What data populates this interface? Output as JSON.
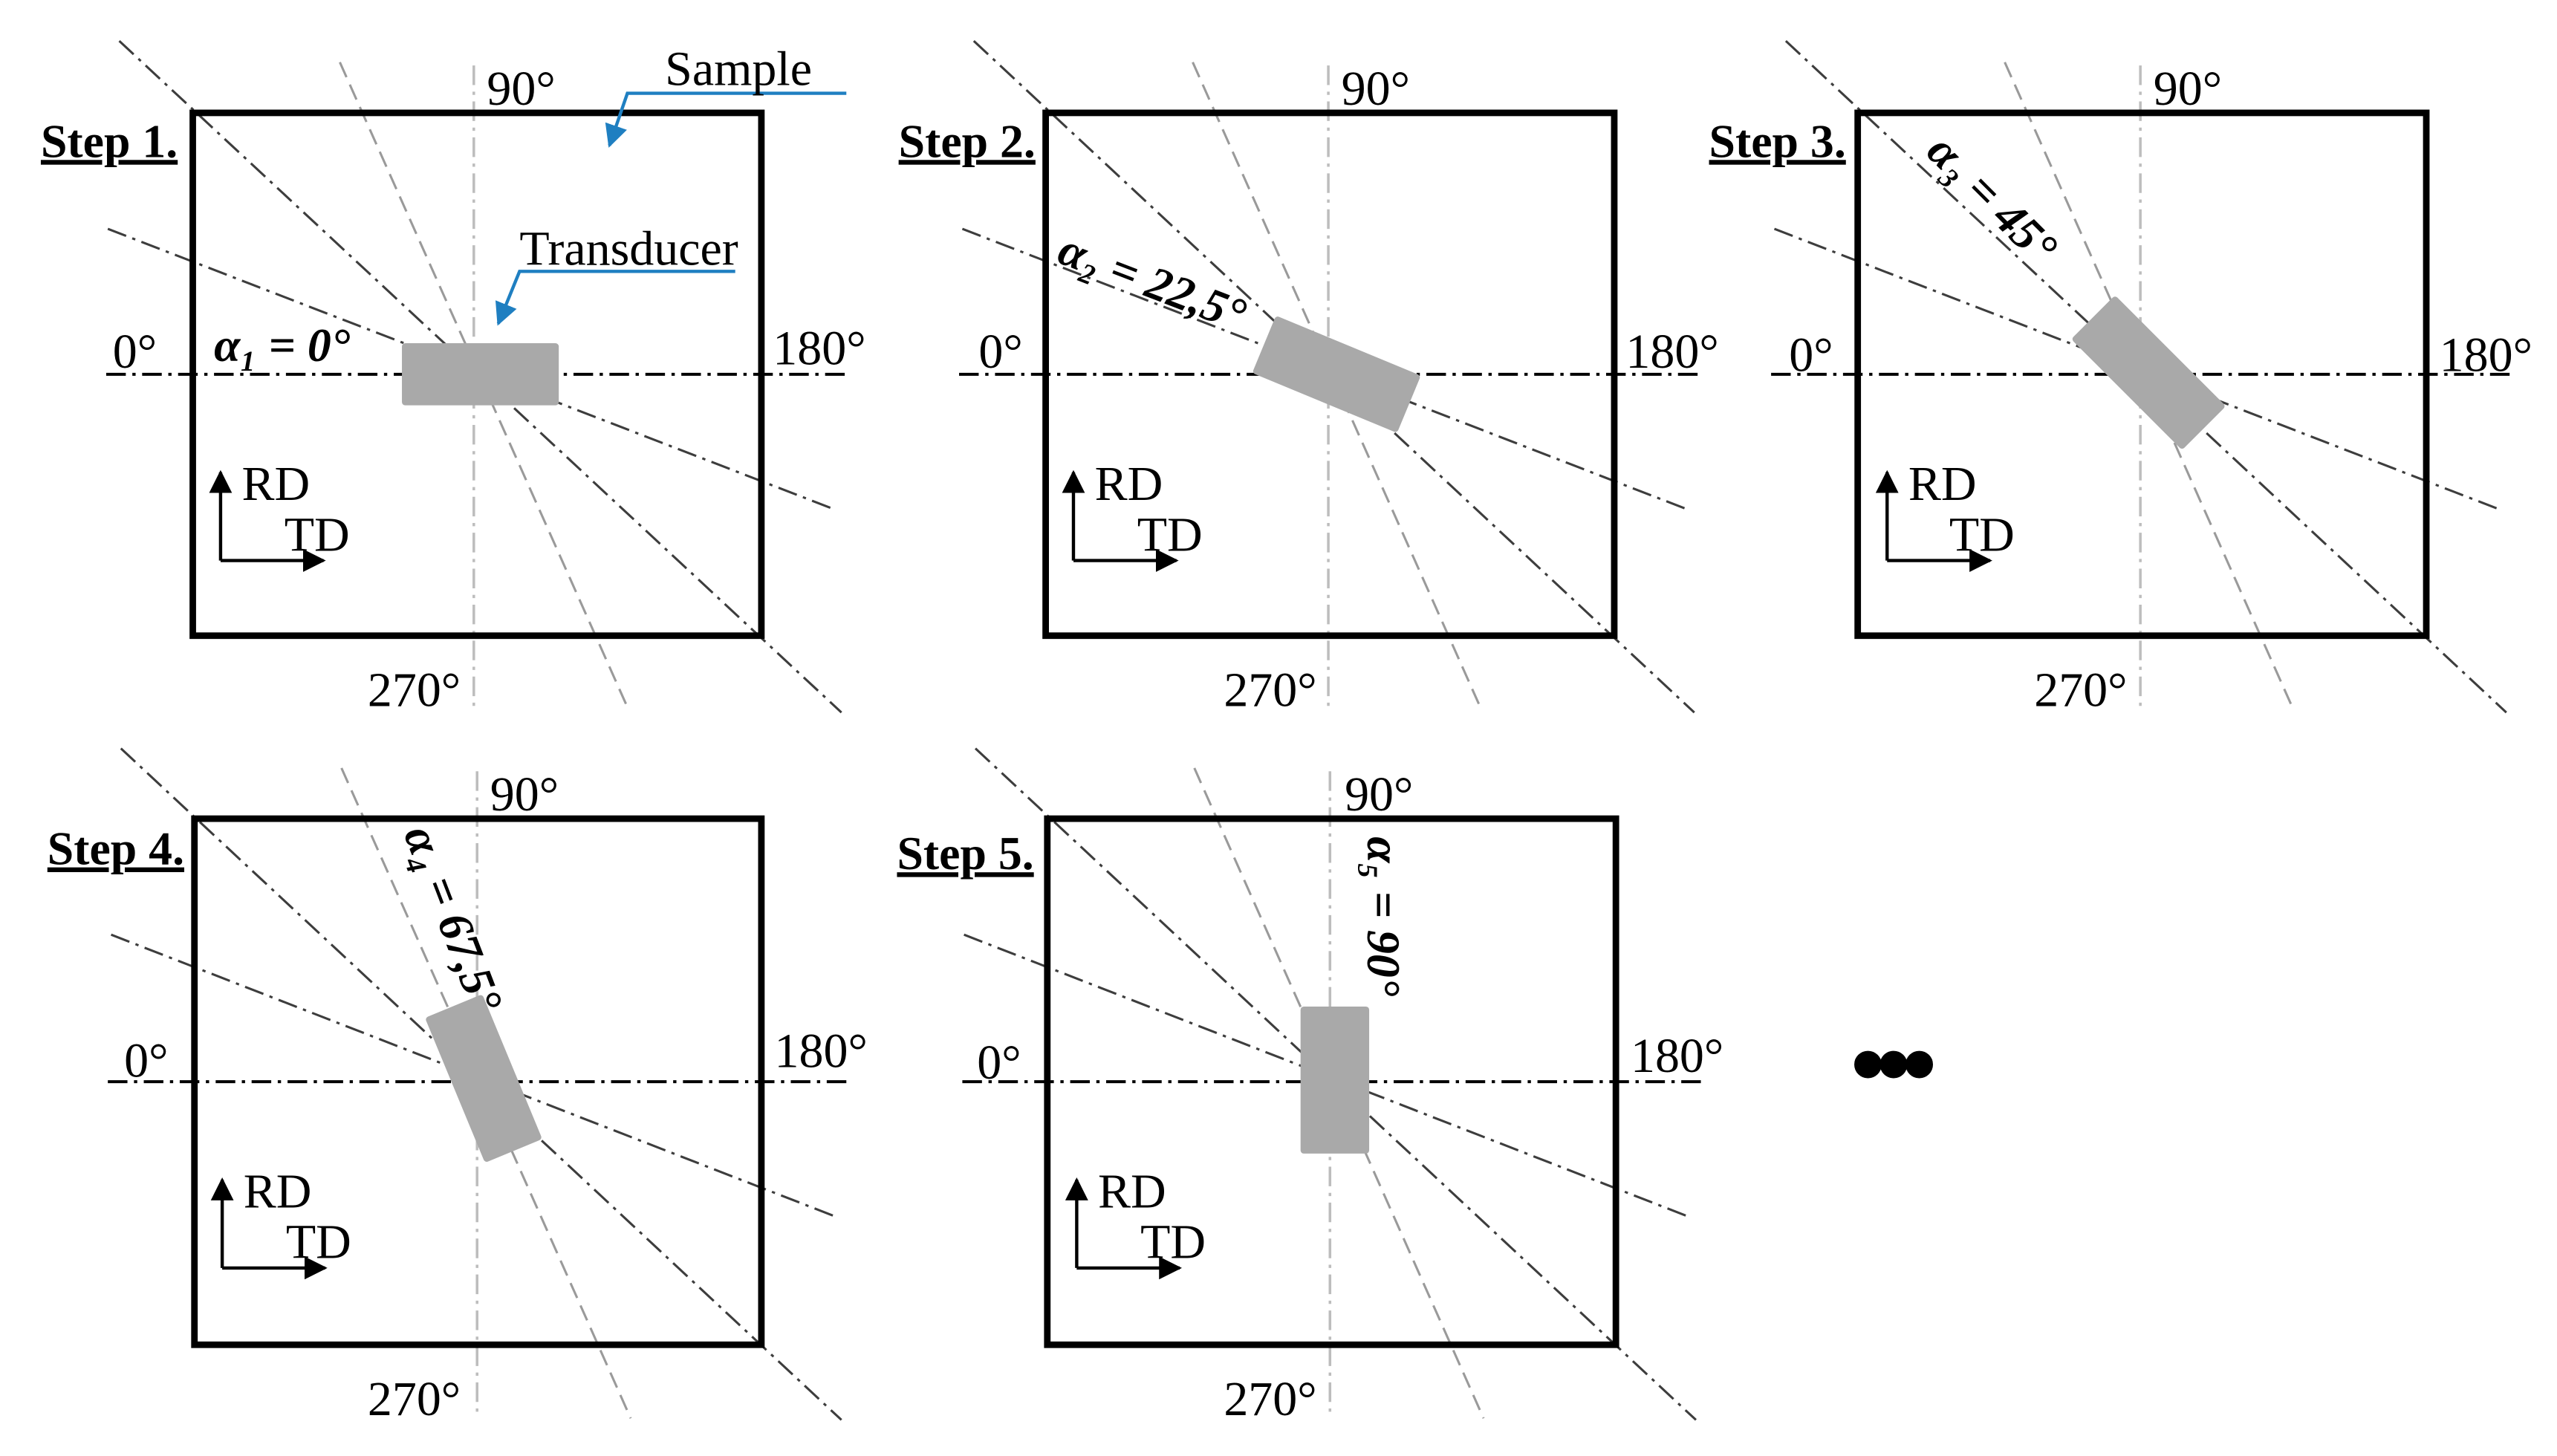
{
  "panels": [
    {
      "step_label": "Step 1.",
      "alpha_label": "α₁ = 0°",
      "alpha_deg": 0
    },
    {
      "step_label": "Step 2.",
      "alpha_label": "α₂ = 22,5°",
      "alpha_deg": 22.5
    },
    {
      "step_label": "Step 3.",
      "alpha_label": "α₃ = 45°",
      "alpha_deg": 45
    },
    {
      "step_label": "Step 4.",
      "alpha_label": "α₄ = 67,5°",
      "alpha_deg": 67.5
    },
    {
      "step_label": "Step 5.",
      "alpha_label": "α₅ = 90°",
      "alpha_deg": 90
    }
  ],
  "angle_labels": {
    "top": "90°",
    "left": "0°",
    "right": "180°",
    "bottom": "270°"
  },
  "axis_labels": {
    "rd": "RD",
    "td": "TD"
  },
  "annotations": {
    "sample": "Sample",
    "transducer": "Transducer"
  },
  "continuation": "•••",
  "colors": {
    "frame": "#000000",
    "transducer_fill": "#a9a9a9",
    "line_dark": "#3d3d3d",
    "line_gray": "#9a9a9a",
    "line_light": "#bdbdbd",
    "arrow_blue": "#1f7fc1"
  }
}
